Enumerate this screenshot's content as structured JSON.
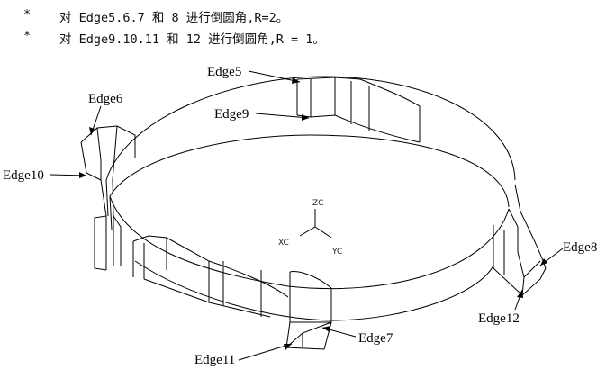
{
  "bullets": [
    {
      "marker": "*",
      "text": "对 Edge5.6.7 和 8 进行倒圆角,R=2。"
    },
    {
      "marker": "*",
      "text": "对 Edge9.10.11 和 12 进行倒圆角,R = 1。"
    }
  ],
  "figure": {
    "edge_labels": {
      "edge5": "Edge5",
      "edge6": "Edge6",
      "edge9": "Edge9",
      "edge10": "Edge10",
      "edge8": "Edge8",
      "edge12": "Edge12",
      "edge7": "Edge7",
      "edge11": "Edge11"
    },
    "axes": {
      "zc": "ZC",
      "xc": "XC",
      "yc": "YC"
    },
    "line_color": "#000000"
  }
}
